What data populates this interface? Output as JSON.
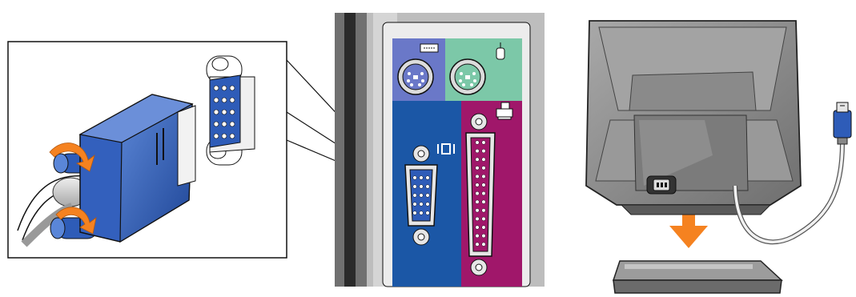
{
  "figure": {
    "panels": [
      "vga-connector-detail",
      "computer-back-panel",
      "monitor-rear-view"
    ]
  },
  "back_panel": {
    "port_colors": {
      "keyboard_bg": "#6a78c8",
      "mouse_bg": "#7cc8a8",
      "video_bg": "#1b57a6",
      "parallel_bg": "#a0176a",
      "chassis": "#bdbdbd"
    },
    "icons": [
      "keyboard-icon",
      "mouse-icon",
      "monitor-video-icon",
      "printer-icon"
    ]
  },
  "connector": {
    "plug_color": "#2e5cb8",
    "arrow_color": "#f58220"
  },
  "monitor": {
    "body_color": "#8f8f8f",
    "arrow_color": "#f58220"
  }
}
